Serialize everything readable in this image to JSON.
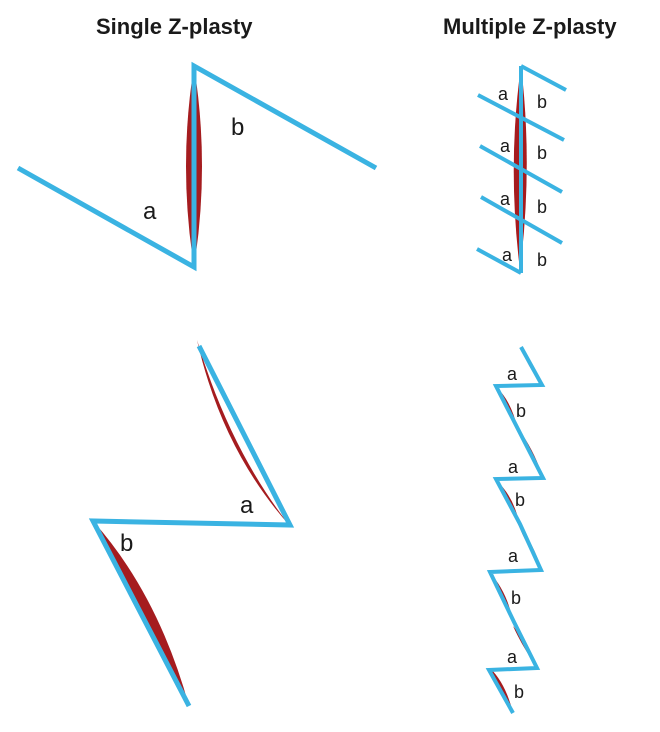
{
  "titles": {
    "single": "Single Z-plasty",
    "multiple": "Multiple Z-plasty"
  },
  "labels": {
    "a": "a",
    "b": "b"
  },
  "colors": {
    "incision": "#3ab3e2",
    "wound": "#a51c1f",
    "text": "#1a1a1a"
  }
}
